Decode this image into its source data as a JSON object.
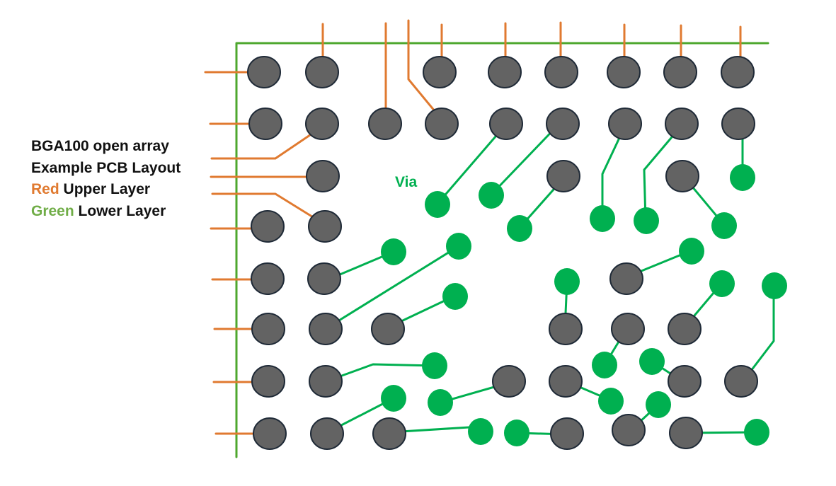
{
  "legend": {
    "line1": "BGA100 open array",
    "line2": "Example PCB Layout",
    "upper_keyword": "Red",
    "upper_rest": " Upper Layer",
    "lower_keyword": "Green",
    "lower_rest": " Lower Layer"
  },
  "via_label": "Via",
  "colors": {
    "upper_layer": "#E07A30",
    "lower_layer": "#00B050",
    "lower_keyword_text": "#70AD47",
    "board_outline": "#4EA72E",
    "ball_fill": "#636363",
    "ball_stroke": "#1F2A37",
    "text": "#111111"
  }
}
